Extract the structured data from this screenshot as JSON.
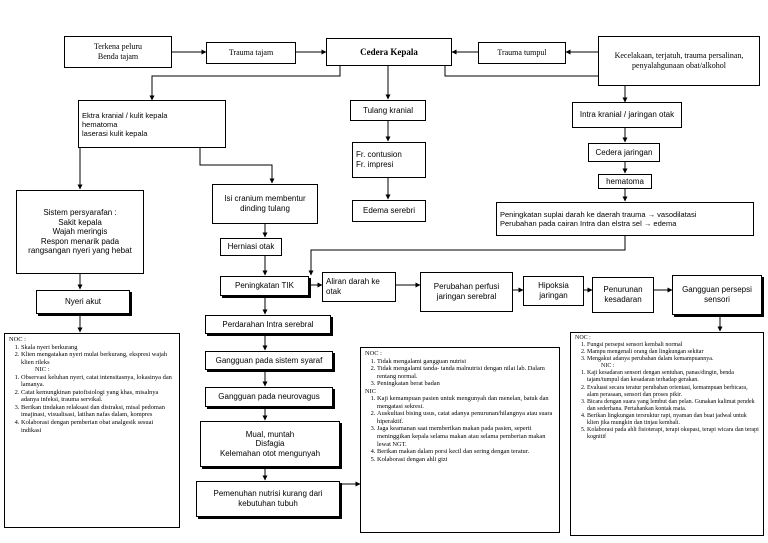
{
  "nodes": {
    "terkena": "Terkena peluru\nBenda tajam",
    "trauma_tajam": "Trauma tajam",
    "cedera_kepala": "Cedera Kepala",
    "trauma_tumpul": "Trauma tumpul",
    "kecelakaan": "Kecelakaan, terjatuh, trauma persalinan, penyalahgunaan obat/alkohol",
    "ekstra_kranial": "Ektra kranial / kulit kepala\nhematoma\nlaserasi kulit kepala",
    "tulang_kranial": "Tulang kranial",
    "fr": "Fr. contusion\nFr. impresi",
    "edema_serebri": "Edema serebri",
    "intra_kranial": "Intra kranial / jaringan otak",
    "cedera_jaringan": "Cedera jaringan",
    "hematoma": "hematoma",
    "peningkatan_suplai": "Peningkatan suplai darah ke daerah trauma  →  vasodilatasi\nPerubahan pada cairan Intra dan elstra sel  →  edema",
    "sistem_persarafan": "Sistem persyarafan :\nSakit kepala\nWajah meringis\nRespon menarik pada rangsangan nyeri yang hebat",
    "nyeri_akut": "Nyeri akut",
    "isi_cranium": "Isi cranium membentur dinding tulang",
    "herniasi": "Herniasi otak",
    "peningkatan_tik": "Peningkatan TIK",
    "aliran_darah": "Aliran darah ke otak",
    "perubahan_perfusi": "Perubahan perfusi jaringan serebral",
    "hipoksia": "Hipoksia jaringan",
    "penurunan_kesadaran": "Penurunan kesadaran",
    "gangguan_persepsi": "Gangguan persepsi sensori",
    "perdarahan": "Perdarahan Intra serebral",
    "gangguan_syaraf": "Gangguan pada sistem syaraf",
    "gangguan_vagus": "Gangguan pada  neurovagus",
    "mual": "Mual, muntah\nDisfagia\nKelemahan otot mengunyah",
    "pemenuhan": "Pemenuhan nutrisi kurang dari kebutuhan tubuh"
  },
  "panel_left": {
    "noc_title": "NOC :",
    "noc": [
      "Skala nyeri berkurang",
      "Klien mengatakan nyeri mulai berkurang, ekspresi wajah klien rileks"
    ],
    "nic_title": "NIC :",
    "nic": [
      "Observasi keluhan nyeri, catat intensitasnya, lokasinya dan lamanya.",
      "Catat kemungkinan patofisiologi yang khas, misalnya adanya infeksi, trauma servikal.",
      "Berikan tindakan relaksasi dan distraksi, misal pedoman imajinasi, visualisasi, latihan nafas dalam, kompres",
      "Kolaborasi dengan pemberian obat analgesik sesuai indikasi"
    ]
  },
  "panel_mid": {
    "noc_title": "NOC :",
    "noc": [
      "Tidak mengalami gangguan nutrisi",
      "Tidak mengalami tanda- tanda malnutrisi dengan nilai lab. Dalam rentang normal.",
      "Peningkatan berat badan"
    ],
    "nic_title": "NIC",
    "nic": [
      "Kaji kemampuan pasien untuk mengunyah dan menelan, batuk dan mengatasi sekresi.",
      "Auskultasi bising usus, catat adanya penurunan/hilangnya atau suara hiperaktif.",
      "Jaga keamanan saat memberikan makan pada pasien, seperti meninggikan kepala selama makan atau selama pemberian makan lewat NGT.",
      "Berikan makan dalam porsi kecil dan sering dengan teratur.",
      "Kolaborasi dengan ahli gizi"
    ]
  },
  "panel_right": {
    "noc_title": "NOC :",
    "noc": [
      "Fungsi persepsi sensori kembali normal",
      "Mampu mengenali orang dan lingkungan sekitar",
      "Mengakui adanya perubahan dalam kemampuannya."
    ],
    "nic_title": "NIC :",
    "nic": [
      "Kaji kesadaran sensori dengan sentuhan, panas/dingin, benda tajam/tumpul dan kesadaran terhadap gerakan.",
      "Evaluasi secara teratur perubahan orientasi, kemampuan berbicara, alam perasaan, sensori dan proses pikir.",
      "Bicara dengan suara yang lembut dan pelan. Gunakan kalimat pendek dan sederhana. Pertahankan kontak mata.",
      "Berikan lingkungan tersruktur rapi, nyaman dan buat jadwal untuk klien jika mungkin dan tinjau kembali.",
      "Kolaborasi pada ahli fisioterapi, terapi okupasi, terapi wicara dan terapi kognitif"
    ]
  }
}
